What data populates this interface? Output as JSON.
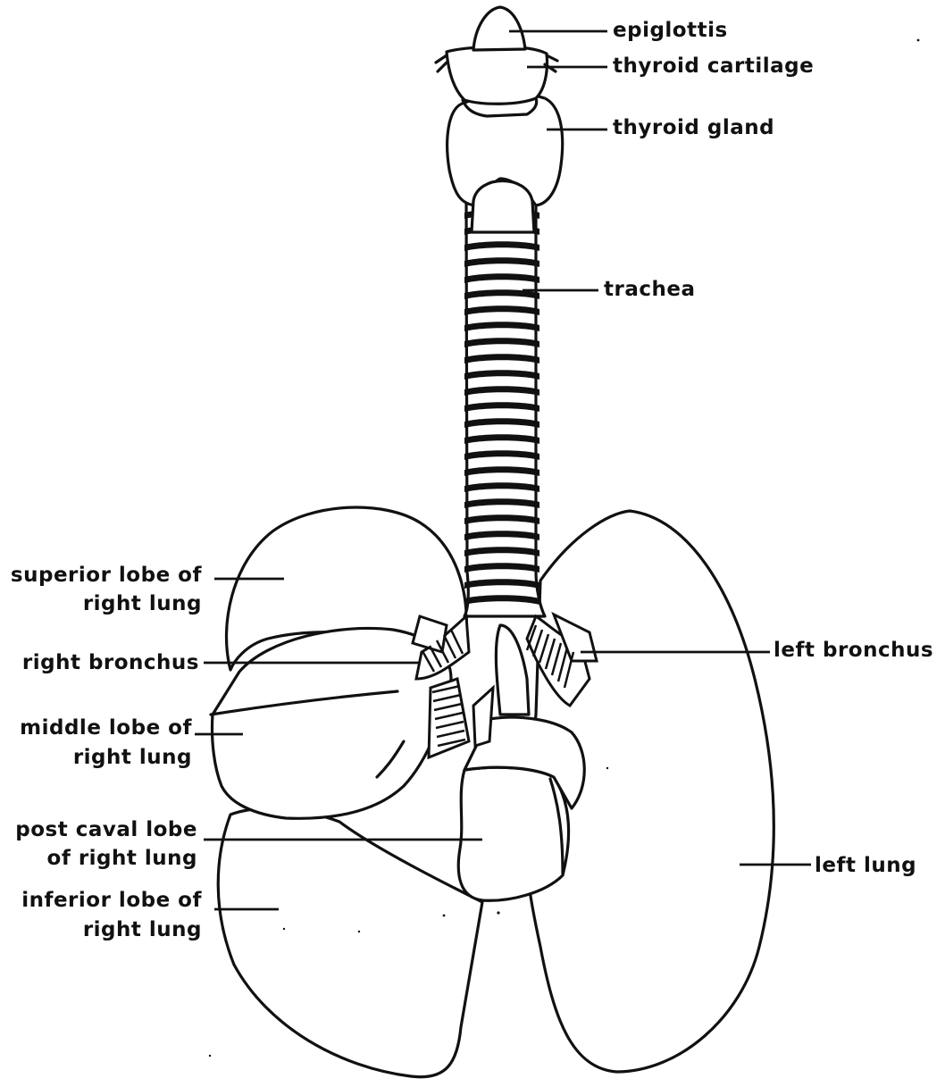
{
  "labels": {
    "epiglottis": "epiglottis",
    "thyroid_cartilage": "thyroid cartilage",
    "thyroid_gland": "thyroid gland",
    "trachea": "trachea",
    "superior_lobe_1": "superior lobe of",
    "superior_lobe_2": "right lung",
    "right_bronchus": "right bronchus",
    "middle_lobe_1": "middle lobe of",
    "middle_lobe_2": "right lung",
    "post_caval_1": "post caval lobe",
    "post_caval_2": "of right lung",
    "inferior_lobe_1": "inferior lobe of",
    "inferior_lobe_2": "right lung",
    "left_bronchus": "left bronchus",
    "left_lung": "left lung"
  },
  "colors": {
    "ink": "#111111",
    "paper": "#ffffff"
  }
}
